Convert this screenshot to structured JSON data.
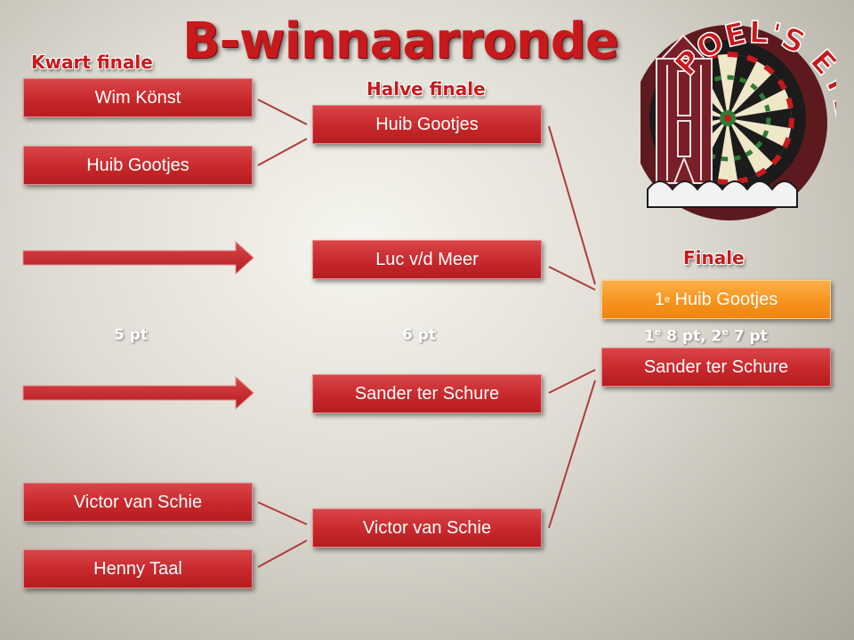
{
  "title": "B-winnaarronde",
  "rounds": {
    "quarter": "Kwart finale",
    "semi": "Halve finale",
    "final": "Finale"
  },
  "quarterfinal": [
    "Wim Könst",
    "Huib Gootjes",
    "Victor van Schie",
    "Henny Taal"
  ],
  "semifinal": [
    "Huib Gootjes",
    "Luc v/d Meer",
    "Sander ter Schure",
    "Victor van Schie"
  ],
  "final": {
    "winner_rank": "1",
    "winner_rank_suffix": "e",
    "winner_name": "Huib Gootjes",
    "runner_up": "Sander ter Schure"
  },
  "points": {
    "quarter": "5 pt",
    "semi": "6 pt",
    "final_first": "1",
    "final_first_suffix": "e",
    "final_first_pts": " 8 pt, ",
    "final_second": "2",
    "final_second_suffix": "e",
    "final_second_pts": " 7 pt"
  },
  "logo_text": "POEL'S EYE",
  "colors": {
    "box": "#c8282b",
    "winner": "#f7941d",
    "title": "#c8191c",
    "connector": "#b03a3e"
  }
}
